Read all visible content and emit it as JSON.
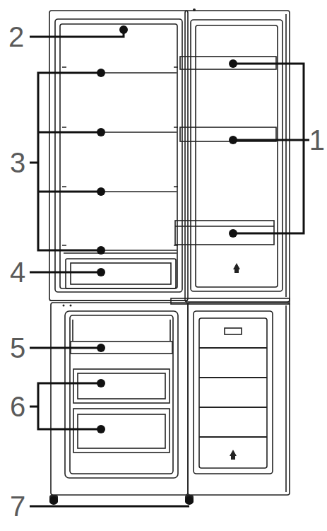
{
  "diagram": {
    "labels": [
      "2",
      "1",
      "3",
      "4",
      "5",
      "6",
      "7"
    ]
  }
}
